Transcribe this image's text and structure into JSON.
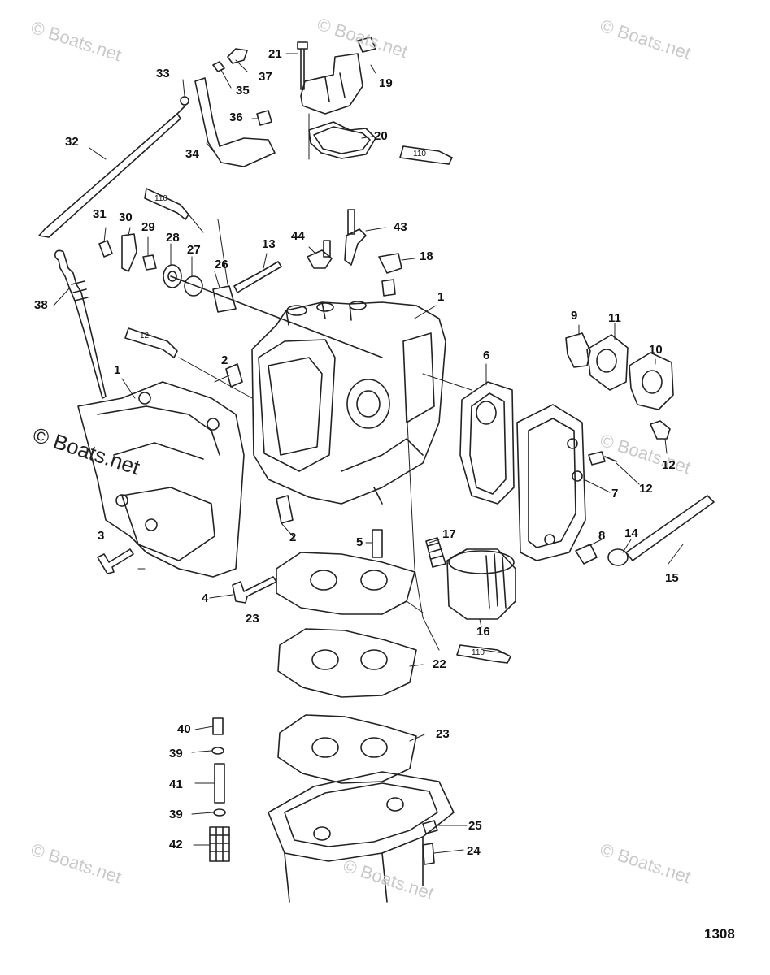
{
  "watermark": "© Boats.net",
  "figure_number": "1308",
  "sealant_tubes": {
    "t110": "110",
    "t12": "12"
  },
  "callouts": {
    "c1a": "1",
    "c1b": "1",
    "c2a": "2",
    "c2b": "2",
    "c3": "3",
    "c4": "4",
    "c5": "5",
    "c6": "6",
    "c7": "7",
    "c8": "8",
    "c9": "9",
    "c10": "10",
    "c11": "11",
    "c12a": "12",
    "c12b": "12",
    "c13": "13",
    "c14": "14",
    "c15": "15",
    "c16": "16",
    "c17": "17",
    "c18": "18",
    "c19": "19",
    "c20": "20",
    "c21": "21",
    "c22": "22",
    "c23a": "23",
    "c23b": "23",
    "c24": "24",
    "c25": "25",
    "c26": "26",
    "c27": "27",
    "c28": "28",
    "c29": "29",
    "c30": "30",
    "c31": "31",
    "c32": "32",
    "c33": "33",
    "c34": "34",
    "c35": "35",
    "c36": "36",
    "c37": "37",
    "c38": "38",
    "c39a": "39",
    "c39b": "39",
    "c40": "40",
    "c41": "41",
    "c42": "42",
    "c43": "43",
    "c44": "44"
  }
}
